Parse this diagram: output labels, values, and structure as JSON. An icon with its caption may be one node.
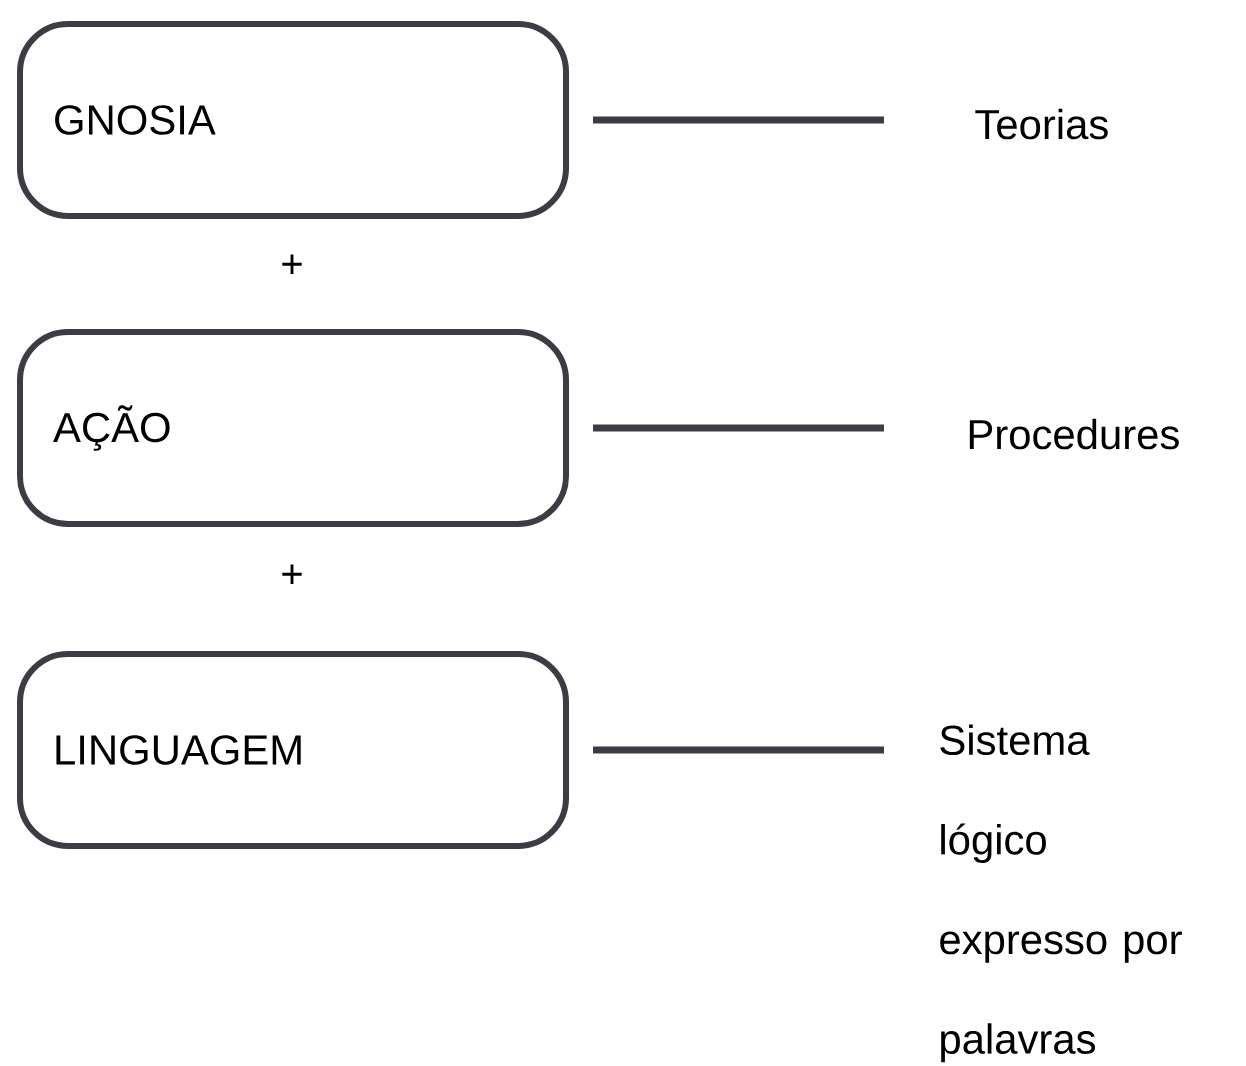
{
  "diagram": {
    "nodes": [
      {
        "text": [
          "GNOSIA"
        ]
      },
      {
        "text": [
          "Teorias"
        ]
      },
      {
        "text": [
          "AÇÃO"
        ]
      },
      {
        "text": [
          "Procedures"
        ]
      },
      {
        "text": [
          "LINGUAGEM"
        ]
      },
      {
        "text": [
          "Sistema lógico expresso por palavras"
        ]
      }
    ],
    "edges": [
      {
        "from": 0,
        "to": 1,
        "arrow": "none"
      },
      {
        "from": 2,
        "to": 3,
        "arrow": "none"
      },
      {
        "from": 4,
        "to": 5,
        "arrow": "none"
      }
    ],
    "labels": [
      "+",
      "+"
    ]
  }
}
